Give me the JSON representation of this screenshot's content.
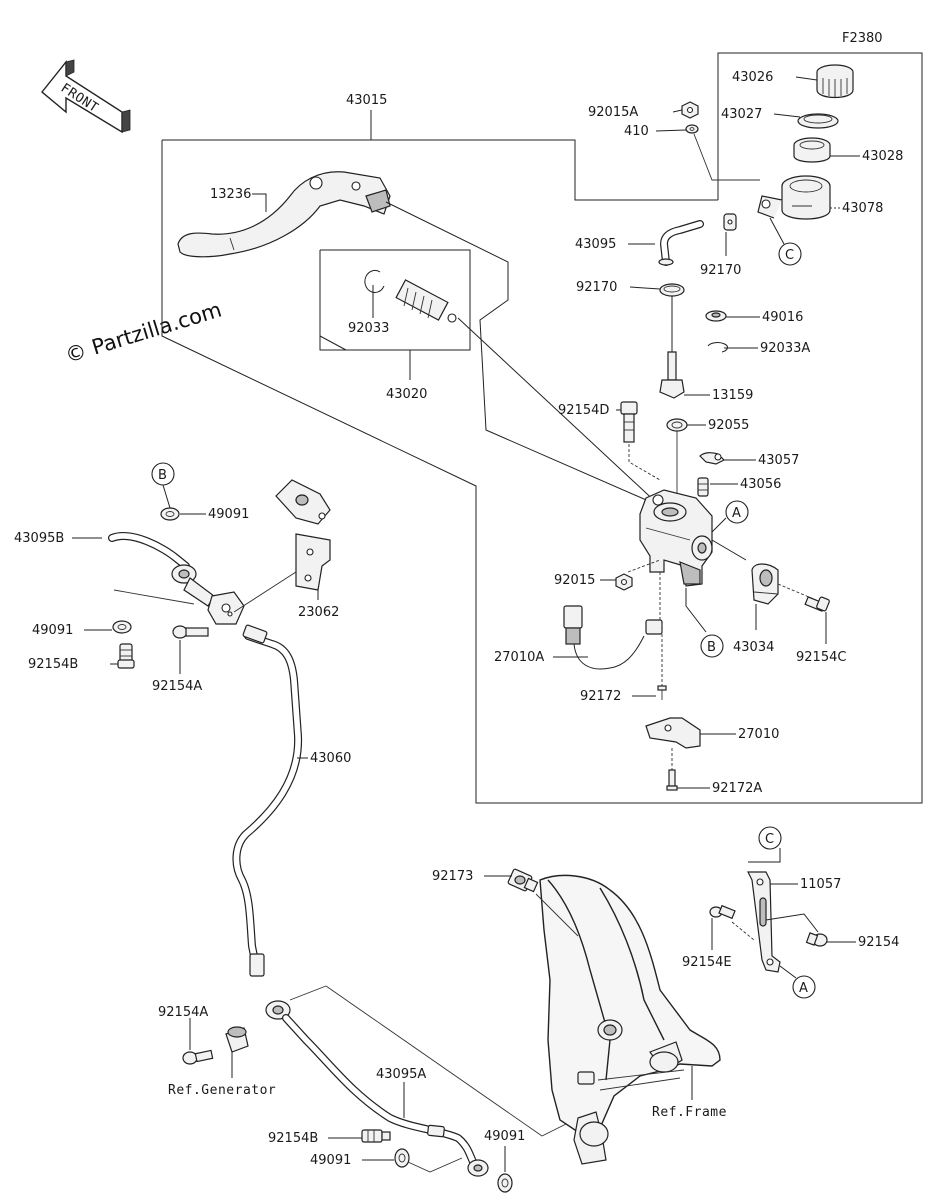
{
  "diagram_code": "F2380",
  "watermark": "© Partzilla.com",
  "front_arrow": "FRONT",
  "refs": {
    "generator": "Ref.Generator",
    "frame": "Ref.Frame"
  },
  "callouts": {
    "a": "A",
    "b": "B",
    "c": "C"
  },
  "parts": {
    "p43015": "43015",
    "p13236": "13236",
    "p92033": "92033",
    "p43020": "43020",
    "p92015A": "92015A",
    "p410": "410",
    "p43026": "43026",
    "p43027": "43027",
    "p43028": "43028",
    "p43078": "43078",
    "p43095": "43095",
    "p92170a": "92170",
    "p92170b": "92170",
    "p49016": "49016",
    "p92033A": "92033A",
    "p13159": "13159",
    "p92154D": "92154D",
    "p92055": "92055",
    "p43057": "43057",
    "p43056": "43056",
    "p92015": "92015",
    "p43034": "43034",
    "p92154C": "92154C",
    "p27010A": "27010A",
    "p92172": "92172",
    "p27010": "27010",
    "p92172A": "92172A",
    "p49091a": "49091",
    "p43095B": "43095B",
    "p49091b": "49091",
    "p92154Ba": "92154B",
    "p92154Aa": "92154A",
    "p23062": "23062",
    "p43060": "43060",
    "p92173": "92173",
    "p11057": "11057",
    "p92154E": "92154E",
    "p92154": "92154",
    "p92154Ab": "92154A",
    "p43095A": "43095A",
    "p92154Bb": "92154B",
    "p49091c": "49091",
    "p49091d": "49091"
  }
}
